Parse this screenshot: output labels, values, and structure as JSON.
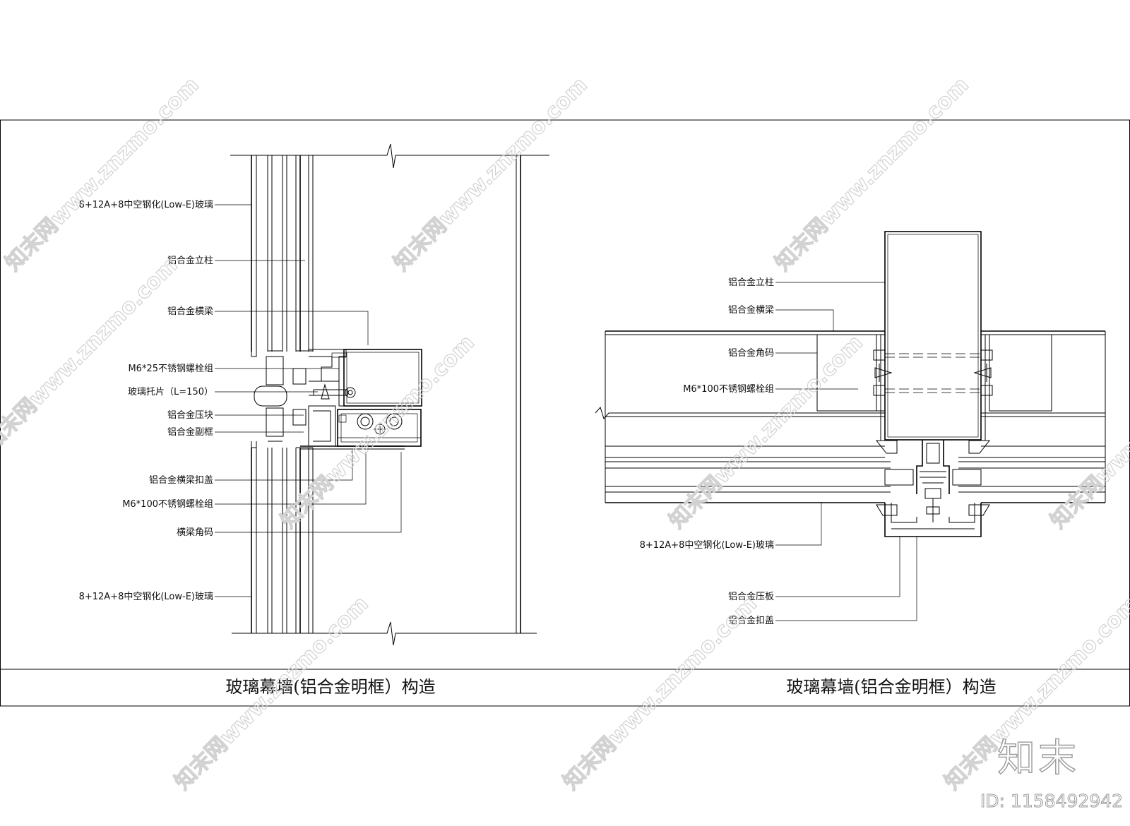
{
  "left_detail": {
    "title": "玻璃幕墙(铝合金明框）构造",
    "labels": [
      "8+12A+8中空钢化(Low-E)玻璃",
      "铝合金立柱",
      "铝合金横梁",
      "M6*25不锈钢螺栓组",
      "玻璃托片（L=150）",
      "铝合金压块",
      "铝合金副框",
      "铝合金横梁扣盖",
      "M6*100不锈钢螺栓组",
      "横梁角码",
      "8+12A+8中空钢化(Low-E)玻璃"
    ]
  },
  "right_detail": {
    "title": "玻璃幕墙(铝合金明框）构造",
    "labels": [
      "铝合金立柱",
      "铝合金横梁",
      "铝合金角码",
      "M6*100不锈钢螺栓组",
      "8+12A+8中空钢化(Low-E)玻璃",
      "铝合金压板",
      "铝合金扣盖"
    ]
  },
  "watermark": {
    "text": "知末网www.znzmo.com",
    "brand": "知末",
    "id": "ID: 1158492942"
  }
}
